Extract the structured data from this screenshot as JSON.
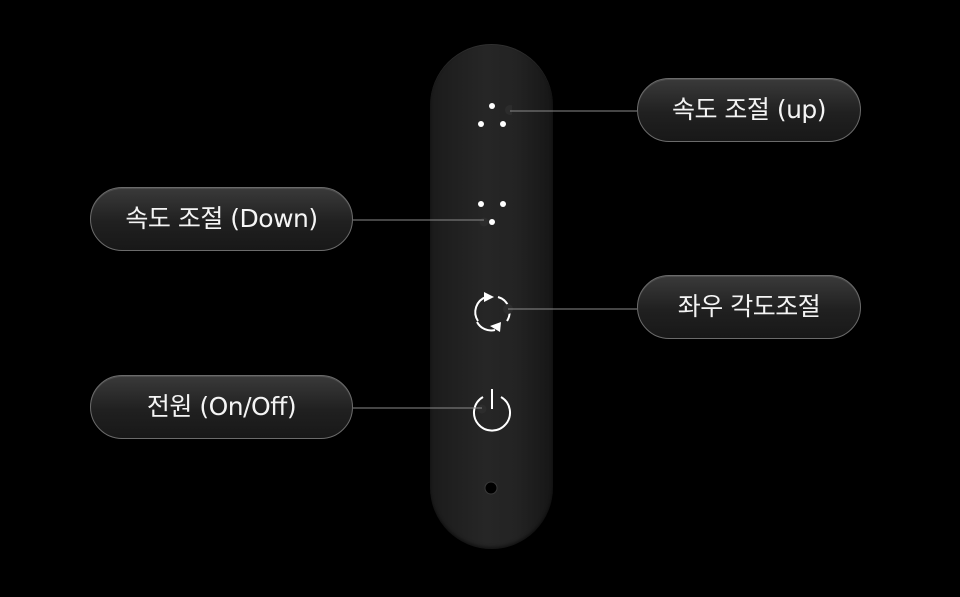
{
  "labels": {
    "speed_up": "속도 조절 (up)",
    "speed_down": "속도 조절 (Down)",
    "swing": "좌우 각도조절",
    "power": "전원 (On/Off)"
  },
  "colors": {
    "background": "#000000",
    "remote_body": "#232323",
    "label_border": "#6b6b6b",
    "label_text": "#f4f4f4",
    "icon": "#ffffff",
    "connector": "#8a8a8a"
  },
  "icons": {
    "speed_up": "three-dots-triangle-up-icon",
    "speed_down": "three-dots-triangle-down-icon",
    "swing": "rotate-arrows-icon",
    "power": "power-icon"
  }
}
